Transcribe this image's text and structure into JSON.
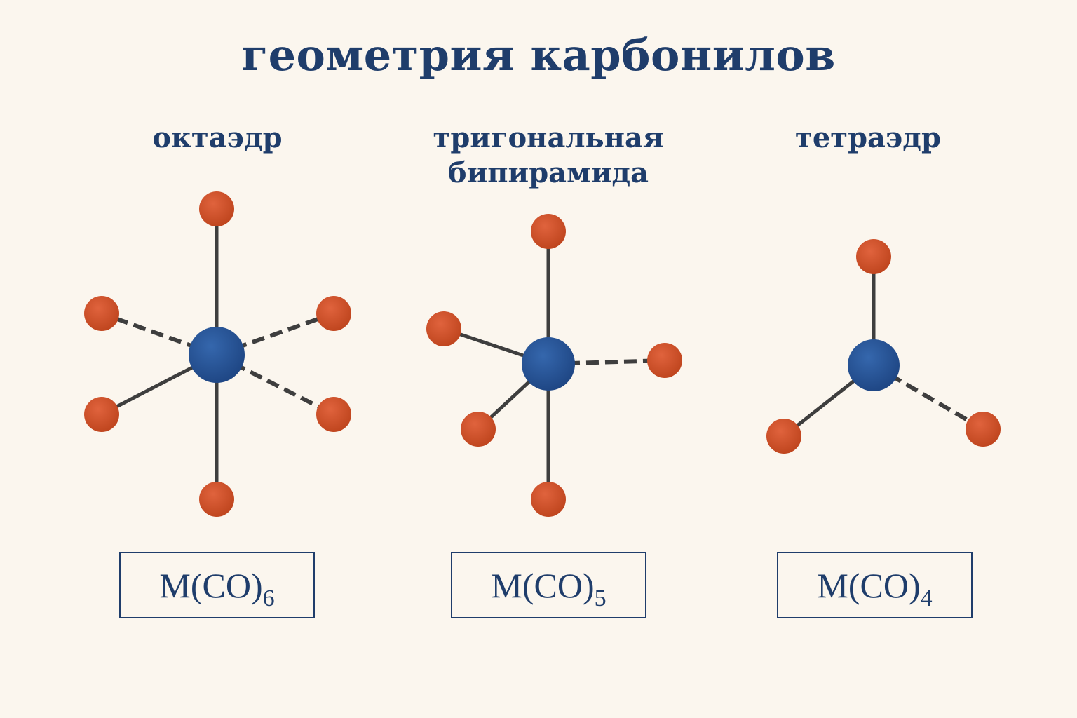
{
  "title": "геометрия карбонилов",
  "colors": {
    "background": "#fbf6ee",
    "text": "#1f3d6b",
    "metal_atom": "#2a5696",
    "ligand_atom": "#d4532f",
    "bond": "#3e3e3e"
  },
  "geometries": [
    {
      "label": "октаэдр",
      "formula_base": "M(CO)",
      "formula_subscript": "6"
    },
    {
      "label": "тригональная бипирамида",
      "formula_base": "M(CO)",
      "formula_subscript": "5"
    },
    {
      "label": "тетраэдр",
      "formula_base": "M(CO)",
      "formula_subscript": "4"
    }
  ]
}
